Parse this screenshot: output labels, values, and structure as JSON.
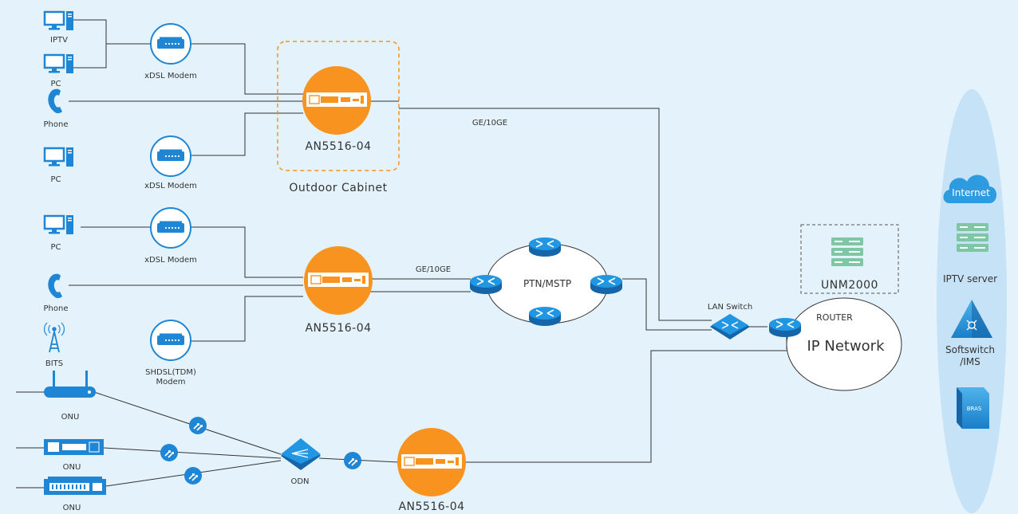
{
  "devices": {
    "iptv": "IPTV",
    "pc": "PC",
    "phone": "Phone",
    "bits": "BITS",
    "onu": "ONU",
    "modem": "xDSL Modem",
    "shdsl_line1": "SHDSL(TDM)",
    "shdsl_line2": "Modem",
    "an": "AN5516-04",
    "odn": "ODN",
    "lan_switch": "LAN Switch",
    "router": "ROUTER"
  },
  "network": {
    "outdoor_cabinet": "Outdoor Cabinet",
    "link_speed": "GE/10GE",
    "ptn": "PTN/MSTP",
    "ip_network": "IP Network",
    "unm": "UNM2000"
  },
  "services": {
    "internet": "Internet",
    "iptv_server": "IPTV server",
    "softswitch_line1": "Softswitch",
    "softswitch_line2": "/IMS",
    "bras": "BRAS"
  },
  "colors": {
    "background": "#e3f2fb",
    "accent_orange": "#f7931e",
    "device_blue": "#1e86d4",
    "server_green": "#7fc6a4",
    "line": "#333333",
    "service_panel": "#c6e2f6"
  }
}
